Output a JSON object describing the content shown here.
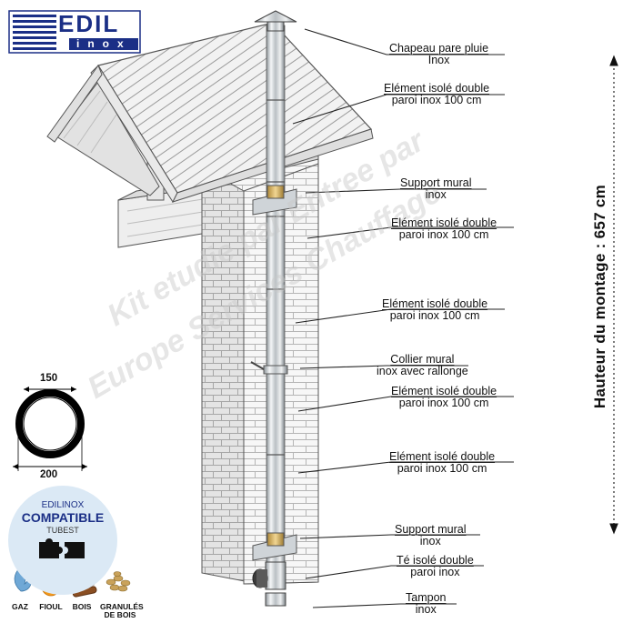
{
  "logo": {
    "brand_top": "EDIL",
    "brand_bottom": "inox"
  },
  "watermark": {
    "line1": "Kit etudie par Entree par",
    "line2": "Europe Services Chauffage"
  },
  "dimensions": {
    "inner_diameter": "150",
    "outer_diameter": "200"
  },
  "badge": {
    "line1": "EDILINOX",
    "line2": "COMPATIBLE",
    "line3": "TUBEST"
  },
  "fuels": [
    {
      "label": "GAZ",
      "icon": "flame-icon",
      "color": "#6fa8d6"
    },
    {
      "label": "FIOUL",
      "icon": "oil-drop-icon",
      "color": "#f39a1e"
    },
    {
      "label": "BOIS",
      "icon": "logs-icon",
      "color": "#9a5a2b"
    },
    {
      "label": "GRANULÉS DE BOIS",
      "icon": "pellets-icon",
      "color": "#c9a25a"
    }
  ],
  "height_label": "Hauteur du montage : 657 cm",
  "components": [
    {
      "line1": "Chapeau pare pluie",
      "line2": "Inox"
    },
    {
      "line1": "Elément isolé double",
      "line2": "paroi inox 100 cm"
    },
    {
      "line1": "Support mural",
      "line2": "inox"
    },
    {
      "line1": "Elément isolé double",
      "line2": "paroi inox 100 cm"
    },
    {
      "line1": "Elément isolé double",
      "line2": "paroi inox 100 cm"
    },
    {
      "line1": "Collier mural",
      "line2": "inox avec rallonge"
    },
    {
      "line1": "Elément isolé double",
      "line2": "paroi inox 100 cm"
    },
    {
      "line1": "Elément isolé double",
      "line2": "paroi inox 100 cm"
    },
    {
      "line1": "Support mural",
      "line2": "inox"
    },
    {
      "line1": "Té isolé double",
      "line2": "paroi inox"
    },
    {
      "line1": "Tampon",
      "line2": "inox"
    }
  ],
  "colors": {
    "brand_blue": "#1b2f86",
    "badge_bg": "#dbe9f5",
    "brick": "#f3f3f3",
    "steel": "#cfd4d8"
  }
}
